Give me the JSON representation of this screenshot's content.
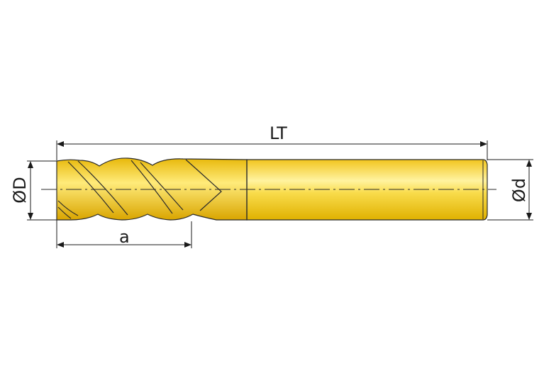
{
  "drawing": {
    "labels": {
      "overall_length": "LT",
      "cutting_diameter": "ØD",
      "shank_diameter": "Ød",
      "flute_length": "a"
    },
    "colors": {
      "tool_fill_light": "#FFF7A8",
      "tool_fill_mid": "#F6D53A",
      "tool_fill_dark": "#D9A800",
      "outline": "#2a2a2a",
      "dimension_line": "#1a1a1a"
    }
  }
}
